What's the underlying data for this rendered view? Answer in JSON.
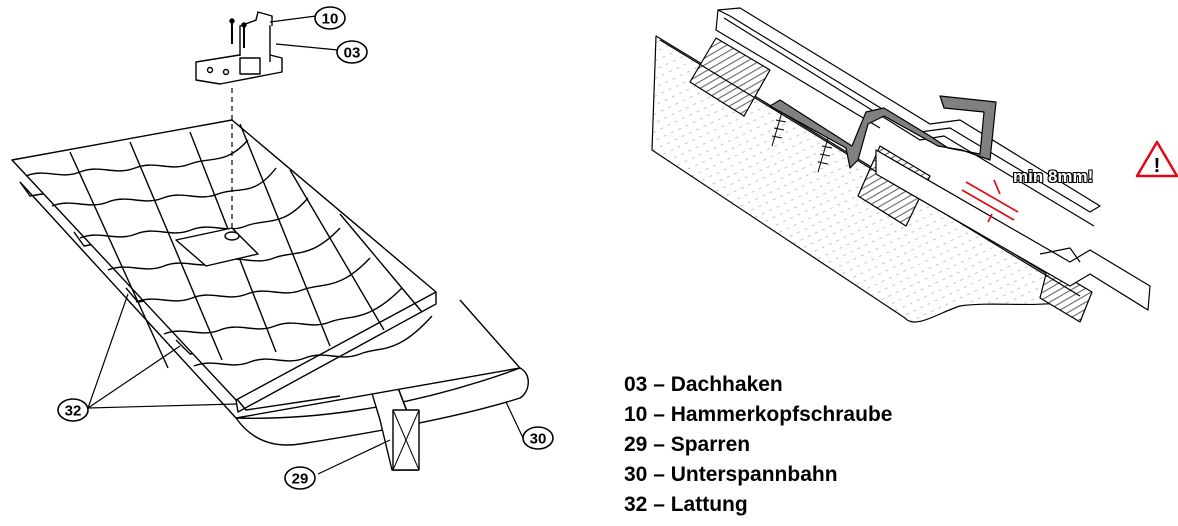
{
  "callouts": {
    "c10": "10",
    "c03": "03",
    "c32": "32",
    "c29": "29",
    "c30": "30"
  },
  "warning": {
    "text": "min 8mm!",
    "icon": "warning-triangle-icon",
    "color": "#e30613"
  },
  "legend": {
    "items": [
      "03 – Dachhaken",
      "10 – Hammerkopfschraube",
      "29 – Sparren",
      "30 – Unterspannbahn",
      "32 – Lattung"
    ]
  }
}
